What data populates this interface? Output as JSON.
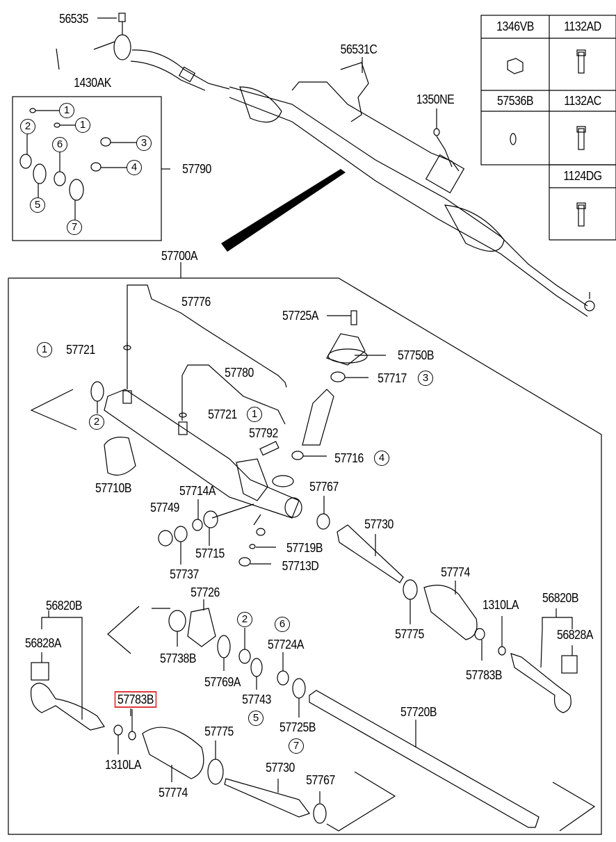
{
  "diagram": {
    "highlight_color": "#e0393b",
    "top_assembly": {
      "labels": [
        "56535",
        "1430AK",
        "56531C",
        "1350NE",
        "57700A"
      ]
    },
    "seal_kit": {
      "label": "57790",
      "circled": [
        "1",
        "1",
        "2",
        "3",
        "6",
        "4",
        "5",
        "7"
      ]
    },
    "hardware_table": {
      "cells": [
        "1346VB",
        "1132AD",
        "57536B",
        "1132AC",
        "1124DG"
      ]
    },
    "exploded": {
      "labels": [
        "57776",
        "57725A",
        "57721",
        "57750B",
        "57780",
        "57717",
        "57721",
        "57792",
        "57716",
        "57710B",
        "57714A",
        "57749",
        "57767",
        "57730",
        "57719B",
        "57715",
        "57713D",
        "57737",
        "57774",
        "57726",
        "56820B",
        "56820B",
        "1310LA",
        "57775",
        "56828A",
        "56828A",
        "57724A",
        "57738B",
        "57769A",
        "57743",
        "57783B",
        "57725B",
        "57720B",
        "57775",
        "1310LA",
        "57730",
        "57767",
        "57774"
      ],
      "highlighted": "57783B",
      "circled": [
        "1",
        "3",
        "1",
        "2",
        "4",
        "2",
        "6",
        "5",
        "7"
      ]
    }
  }
}
